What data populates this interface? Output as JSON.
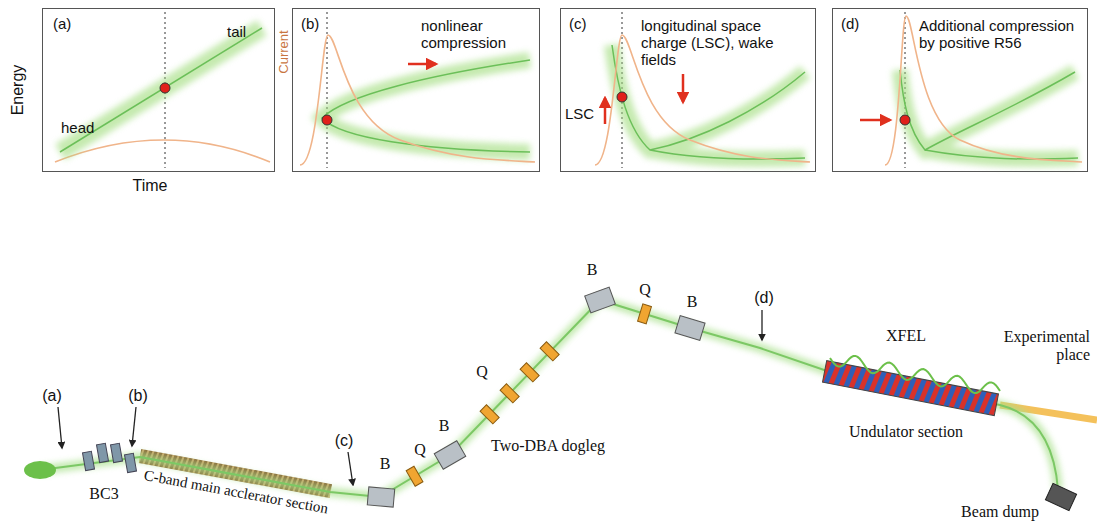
{
  "diagram": {
    "nodes": [
      {
        "text": [
          "(a)",
          "tail",
          "head"
        ]
      },
      {
        "text": [
          "(b)",
          "nonlinear compression"
        ]
      },
      {
        "text": [
          "(c)",
          "longitudinal space charge (LSC), wake fields",
          "LSC"
        ]
      },
      {
        "text": [
          "(d)",
          "Additional compression by positive R56"
        ]
      }
    ],
    "labels": [
      "Energy",
      "Time",
      "Current",
      "(a)",
      "(b)",
      "BC3",
      "C-band main acclerator section",
      "(c)",
      "B",
      "Q",
      "B",
      "Two-DBA dogleg",
      "Q",
      "B",
      "Q",
      "B",
      "(d)",
      "XFEL",
      "Undulator section",
      "Experimental place",
      "Beam dump"
    ]
  }
}
